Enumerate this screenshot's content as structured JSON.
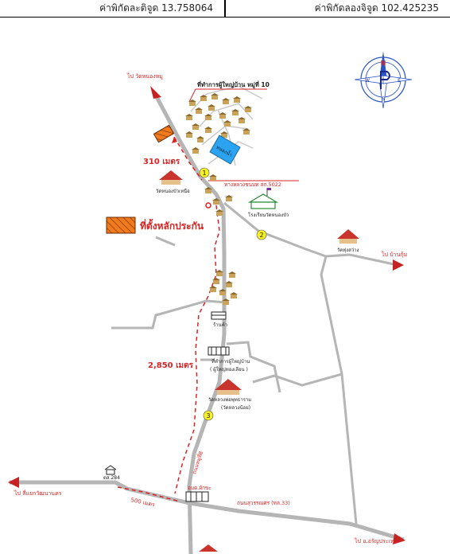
{
  "coordinates": {
    "latitude_label": "ค่าพิกัดละติจูด 13.758064",
    "longitude_label": "ค่าพิกัดลองจิจูด 102.425235"
  },
  "map": {
    "directions": {
      "to_wat_nong_mu": "ไป วัดหนองหมู",
      "to_ban_kum": "ไป บ้านกุ้ม",
      "to_ban_klaeng": "ไป สี่แยกวัฒนานคร",
      "to_aranyaprathet": "ไป อ.อรัญประเทศ"
    },
    "places": {
      "village_office": "ที่ทำการผู้ใหญ่บ้าน หมู่ที่ 10",
      "pond": "หนองน้ำ",
      "wat_nong_bua_nuea": "วัดหนองบัวเหนือ",
      "school": "โรงเรียนวัดหนองบัว",
      "wat_thung_sawang": "วัดทุ่งสว่าง",
      "shop": "ร้านค้า",
      "office_2": "ที่ทำการผู้ใหญ่บ้าน",
      "office_2_sub": "( ผู้ใหญ่ทองเลียน )",
      "wat_luang": "วัดหลวงพ่อพุทธาราม",
      "wat_luang_sub": "(วัดหลวงน้อย)",
      "police_box": "ตส.284",
      "tambon_office": "อบต.ผักขะ"
    },
    "roads": {
      "rural_road": "ทางหลวงชนบท สก.5022",
      "highway_33": "ถนนสุวรรณศร (ทล.33)",
      "side_road": "ถนนหมู่ที่8"
    },
    "distances": {
      "d310": "310 เมตร",
      "d2850": "2,850 เมตร",
      "d500": "500 เมตร"
    },
    "markers": {
      "m1": "1",
      "m2": "2",
      "m3": "3"
    },
    "legend": {
      "collateral_location": "ที่ตั้งหลักประกัน"
    },
    "compass": {
      "north": "N",
      "south": "S",
      "east": "E",
      "west": "W"
    }
  },
  "colors": {
    "road": "#b5b5b5",
    "label_red": "#d82424",
    "dash_red": "#e02020",
    "collateral_orange": "#f07b1e",
    "pond_blue": "#2ba3f0",
    "marker_yellow": "#f6f024",
    "compass_blue": "#2a54c8"
  }
}
